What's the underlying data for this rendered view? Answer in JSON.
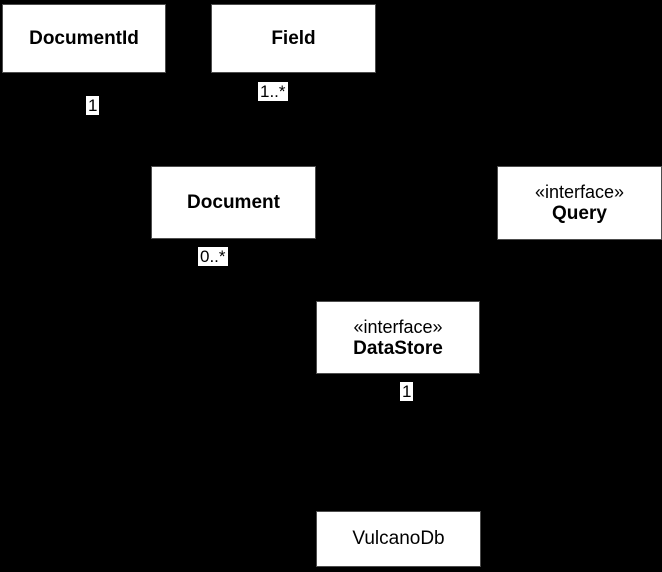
{
  "colors": {
    "background": "#000000",
    "node_fill": "#ffffff",
    "node_text": "#000000"
  },
  "nodes": {
    "documentid": {
      "name": "DocumentId"
    },
    "field": {
      "name": "Field"
    },
    "document": {
      "name": "Document"
    },
    "query": {
      "stereotype": "«interface»",
      "name": "Query"
    },
    "datastore": {
      "stereotype": "«interface»",
      "name": "DataStore"
    },
    "vulcanodb": {
      "name": "VulcanoDb"
    }
  },
  "multiplicities": {
    "documentid_end": "1",
    "field_end": "1..*",
    "document_end": "0..*",
    "datastore_end": "1"
  }
}
